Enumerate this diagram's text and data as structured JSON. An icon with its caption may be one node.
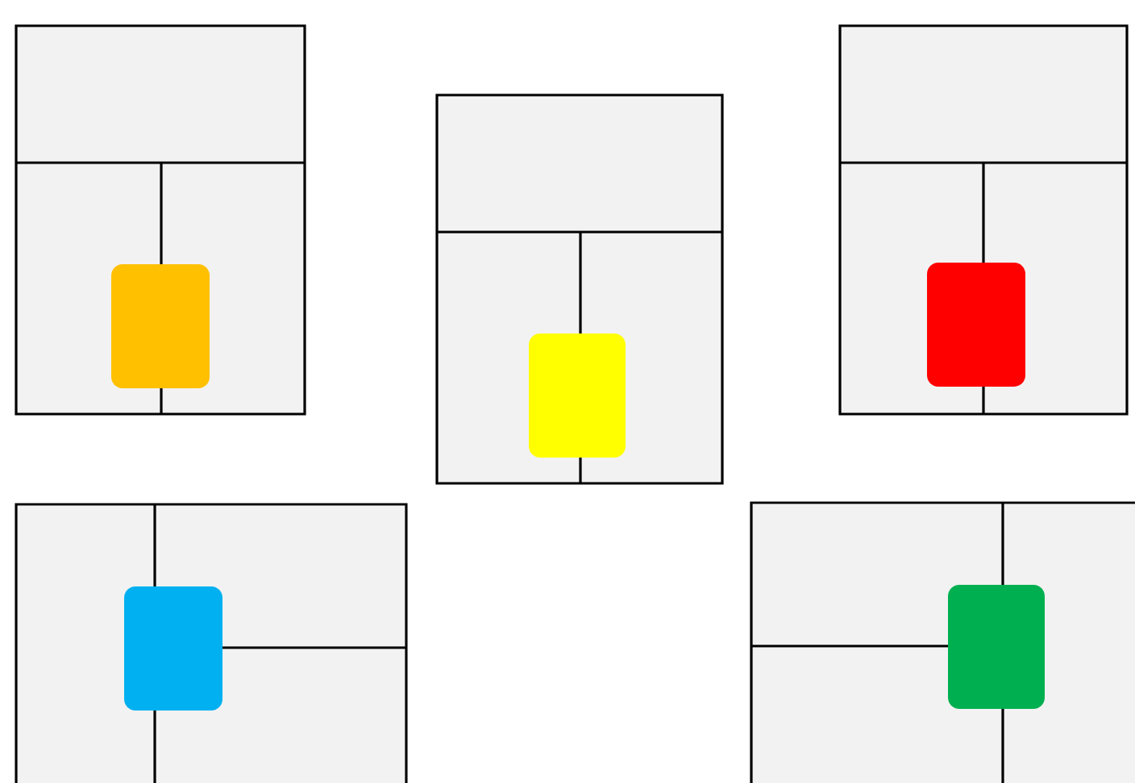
{
  "diagram": {
    "nodes": [
      {
        "text": [],
        "shape": "box"
      },
      {
        "text": [],
        "shape": "box",
        "in": 0
      },
      {
        "text": [],
        "shape": "box"
      },
      {
        "text": [],
        "shape": "box",
        "in": 2
      },
      {
        "text": [],
        "shape": "box"
      },
      {
        "text": [],
        "shape": "box",
        "in": 4
      },
      {
        "text": [],
        "shape": "box"
      },
      {
        "text": [],
        "shape": "box",
        "in": 6
      },
      {
        "text": [],
        "shape": "box"
      },
      {
        "text": [],
        "shape": "box",
        "in": 8
      }
    ]
  }
}
